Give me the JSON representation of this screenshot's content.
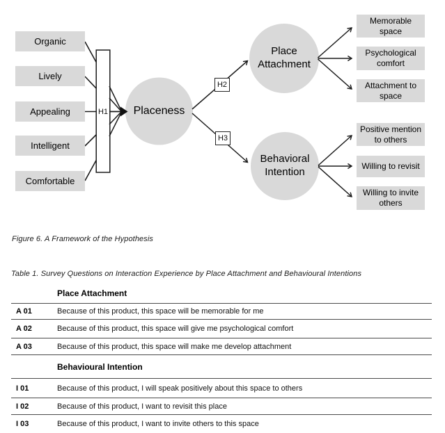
{
  "figure": {
    "caption": "Figure 6. A Framework of the Hypothesis",
    "indicators": [
      "Organic",
      "Lively",
      "Appealing",
      "Intelligent",
      "Comfortable"
    ],
    "hypotheses": {
      "h1": "H1",
      "h2": "H2",
      "h3": "H3"
    },
    "constructs": {
      "placeness": "Placeness",
      "place_attachment": "Place\nAttachment",
      "behavioral_intention": "Behavioral\nIntention"
    },
    "attachment_outcomes": [
      "Memorable\nspace",
      "Psychological\ncomfort",
      "Attachment to\nspace"
    ],
    "intention_outcomes": [
      "Positive mention\nto others",
      "Willing to revisit",
      "Willing to invite\nothers"
    ],
    "colors": {
      "node_fill": "#d9d9d9",
      "line": "#1a1a1a"
    }
  },
  "table1": {
    "caption": "Table 1. Survey Questions on Interaction Experience by Place Attachment and Behavioural Intentions",
    "rows": [
      {
        "id": "",
        "text": "Place Attachment"
      },
      {
        "id": "A 01",
        "text": "Because of this product, this space will be memorable for me"
      },
      {
        "id": "A 02",
        "text": "Because of this product, this space will give me psychological comfort"
      },
      {
        "id": "A 03",
        "text": "Because of this product, this space will make me develop attachment"
      },
      {
        "id": "",
        "text": "Behavioural Intention"
      },
      {
        "id": "I 01",
        "text": "Because of this product, I will speak positively about this space to others"
      },
      {
        "id": "I 02",
        "text": "Because of this product, I want to revisit this place"
      },
      {
        "id": "I 03",
        "text": "Because of this product, I want to invite others to this space"
      }
    ]
  }
}
